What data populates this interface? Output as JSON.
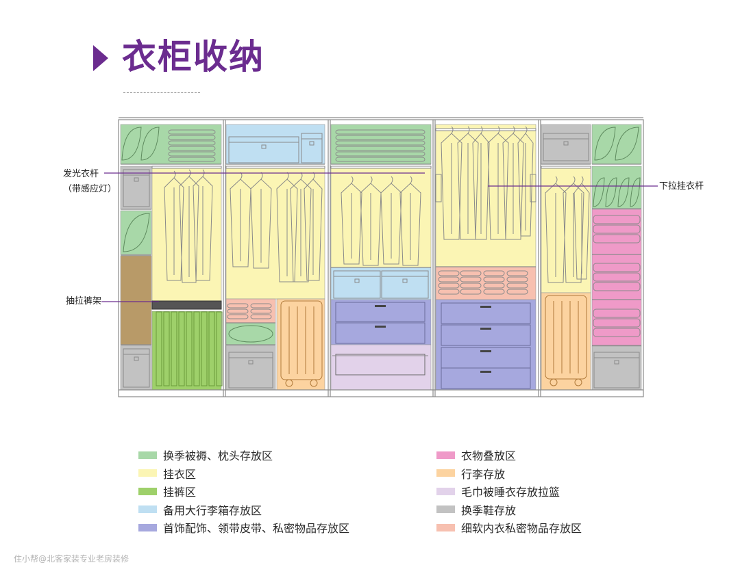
{
  "title": "衣柜收纳",
  "callouts": {
    "light_rod_line1": "发光衣杆",
    "light_rod_line2": "（带感应灯）",
    "pulldown_rod": "下拉挂衣杆",
    "pants_rack": "抽拉裤架"
  },
  "legend": {
    "left": [
      {
        "label": "换季被褥、枕头存放区",
        "color": "#a8d8a8"
      },
      {
        "label": "挂衣区",
        "color": "#fbf5b4"
      },
      {
        "label": "挂裤区",
        "color": "#9ed06a"
      },
      {
        "label": "备用大行李箱存放区",
        "color": "#bfdff2"
      },
      {
        "label": "首饰配饰、领带皮带、私密物品存放区",
        "color": "#a6a8de"
      }
    ],
    "right": [
      {
        "label": "衣物叠放区",
        "color": "#ef9ac8"
      },
      {
        "label": "行李存放",
        "color": "#fcd3a0"
      },
      {
        "label": "毛巾被睡衣存放拉篮",
        "color": "#e2d2ea"
      },
      {
        "label": "换季鞋存放",
        "color": "#c2c2c2"
      },
      {
        "label": "细软内衣私密物品存放区",
        "color": "#f7c0b0"
      }
    ]
  },
  "colors": {
    "green": "#a8d8a8",
    "yellow": "#fbf5b4",
    "lime": "#9ed06a",
    "blue": "#bfdff2",
    "purple": "#a6a8de",
    "pink": "#ef9ac8",
    "orange": "#fcd3a0",
    "lilac": "#e2d2ea",
    "gray": "#c2c2c2",
    "salmon": "#f7c0b0",
    "brown": "#b89a68",
    "accent": "#6b2c8f"
  },
  "watermark": "住小帮@北客家装专业老房装修"
}
